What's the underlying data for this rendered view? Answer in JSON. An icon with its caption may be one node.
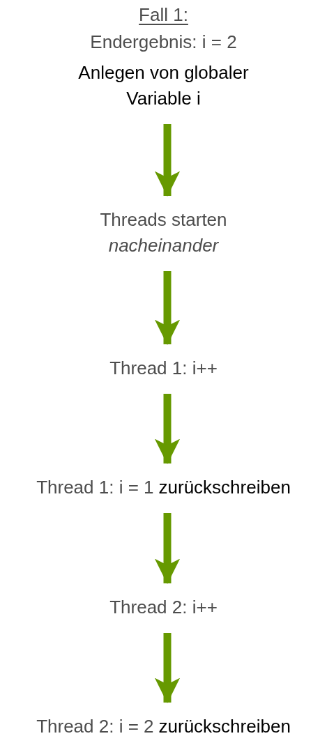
{
  "diagram": {
    "title": "Fall 1:",
    "nodes": [
      {
        "text": [
          "Anlegen von globaler Variable i"
        ]
      },
      {
        "text": [
          "Threads starten *nacheinander*"
        ]
      },
      {
        "text": [
          "Thread 1: i++"
        ]
      },
      {
        "text": [
          "Thread 1: i = 1",
          "zurückschreiben"
        ]
      },
      {
        "text": [
          "Thread 2: i++"
        ]
      },
      {
        "text": [
          "Thread 2: i = 2",
          "zurückschreiben"
        ]
      }
    ],
    "edges": [
      {
        "from": 0,
        "to": 1,
        "arrow": "to"
      },
      {
        "from": 1,
        "to": 2,
        "arrow": "to"
      },
      {
        "from": 2,
        "to": 3,
        "arrow": "to"
      },
      {
        "from": 3,
        "to": 4,
        "arrow": "to"
      },
      {
        "from": 4,
        "to": 5,
        "arrow": "to"
      }
    ],
    "labels": [
      "Endergebnis: i = 2"
    ]
  }
}
